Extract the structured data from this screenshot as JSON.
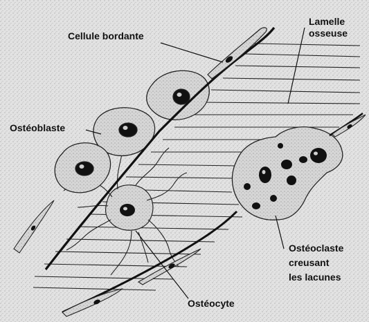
{
  "labels": {
    "lining_cell": "Cellule bordante",
    "bone_lamella": [
      "Lamelle",
      "osseuse"
    ],
    "osteoblast": "Ostéoblaste",
    "osteoclast": [
      "Ostéoclaste",
      "creusant",
      "les lacunes"
    ],
    "osteocyte": "Ostéocyte"
  },
  "colors": {
    "background": "#e3e3e3",
    "ink": "#111111",
    "cell_fill": "#d9d9d9",
    "nucleus": "#111111"
  }
}
